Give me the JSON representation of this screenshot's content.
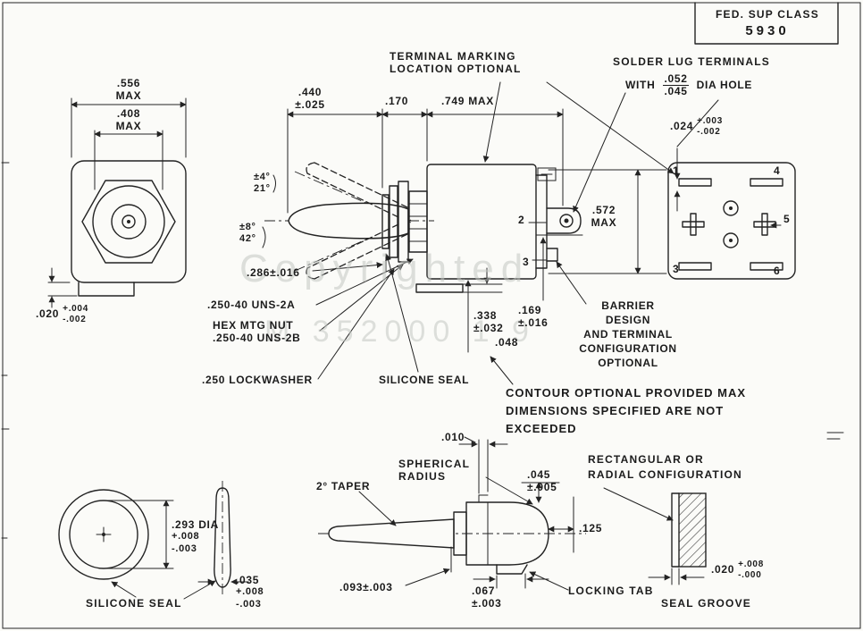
{
  "page": {
    "fed_sup_class_label": "FED. SUP CLASS",
    "fed_sup_class_value": "5930"
  },
  "watermark": {
    "line1": "Copyrighted",
    "line2": "M 352000 1 9"
  },
  "callouts": {
    "terminal_marking_1": "TERMINAL MARKING",
    "terminal_marking_2": "LOCATION OPTIONAL",
    "solder_lug_1": "SOLDER LUG TERMINALS",
    "solder_lug_with": "WITH",
    "solder_lug_frac_top": ".052",
    "solder_lug_frac_bottom": ".045",
    "solder_lug_dia": "DIA HOLE",
    "barrier_1": "BARRIER",
    "barrier_2": "DESIGN",
    "barrier_3": "AND TERMINAL",
    "barrier_4": "CONFIGURATION",
    "barrier_5": "OPTIONAL",
    "contour_1": "CONTOUR OPTIONAL PROVIDED MAX",
    "contour_2": "DIMENSIONS SPECIFIED ARE NOT",
    "contour_3": "EXCEEDED",
    "thread_2a": ".250-40 UNS-2A",
    "hex_nut_1": "HEX MTG NUT",
    "hex_nut_2": ".250-40 UNS-2B",
    "lockwasher": ".250 LOCKWASHER",
    "silicone_seal_mid": "SILICONE SEAL",
    "silicone_seal_bottom": "SILICONE SEAL",
    "spherical_1": "SPHERICAL",
    "spherical_2": "RADIUS",
    "taper": "2° TAPER",
    "locking_tab": "LOCKING TAB",
    "rect_config_1": "RECTANGULAR OR",
    "rect_config_2": "RADIAL CONFIGURATION",
    "seal_groove": "SEAL GROOVE"
  },
  "dims": {
    "d556": ".556",
    "d556_max": "MAX",
    "d408": ".408",
    "d408_max": "MAX",
    "d020L": ".020",
    "d020L_plus": "+.004",
    "d020L_minus": "-.002",
    "d440": ".440",
    "d440_tol": "±.025",
    "d170": ".170",
    "d749": ".749 MAX",
    "d024": ".024",
    "d024_plus": "+.003",
    "d024_minus": "-.002",
    "a1_tol": "±4°",
    "a1": "21°",
    "a2_tol": "±8°",
    "a2": "42°",
    "d572": ".572",
    "d572_max": "MAX",
    "d286": ".286±.016",
    "d338": ".338",
    "d338_tol": "±.032",
    "d048": ".048",
    "d169": ".169",
    "d169_tol": "±.016",
    "d010": ".010",
    "d045": ".045",
    "d045_tol": "±.005",
    "d125": ".125",
    "d293": ".293 DIA",
    "d293_plus": "+.008",
    "d293_minus": "-.003",
    "d035": ".035",
    "d035_plus": "+.008",
    "d035_minus": "-.003",
    "d093": ".093±.003",
    "d067": ".067",
    "d067_tol": "±.003",
    "d020R": ".020",
    "d020R_plus": "+.008",
    "d020R_minus": "-.000"
  },
  "terminals": {
    "side_2": "2",
    "side_3": "3",
    "plate_1": "1",
    "plate_3": "3",
    "plate_4": "4",
    "plate_5": "5",
    "plate_6": "6"
  }
}
